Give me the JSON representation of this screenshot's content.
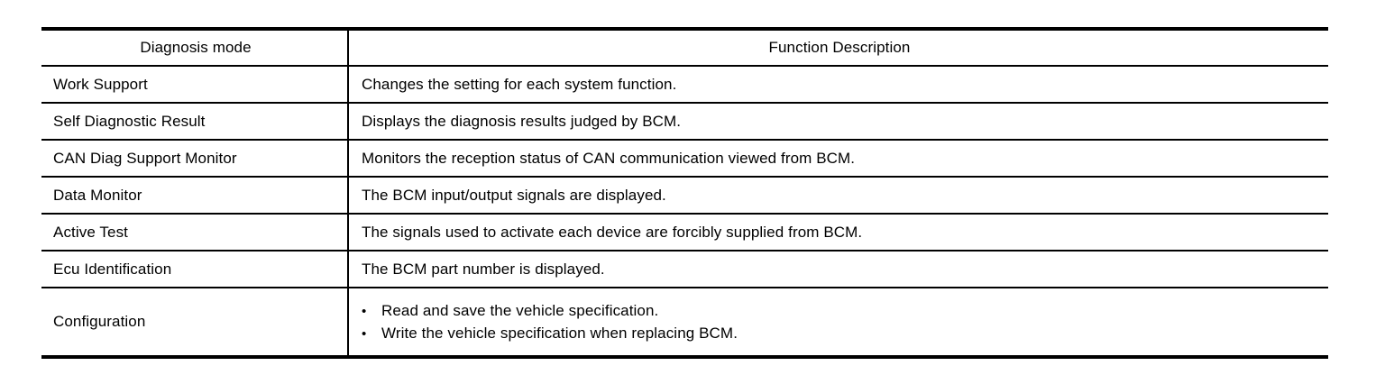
{
  "table": {
    "columns": [
      "Diagnosis mode",
      "Function Description"
    ],
    "bullet_char": "•",
    "rows": [
      {
        "mode": "Work Support",
        "description": "Changes the setting for each system function."
      },
      {
        "mode": "Self Diagnostic Result",
        "description": "Displays the diagnosis results judged by BCM."
      },
      {
        "mode": "CAN Diag Support Monitor",
        "description": "Monitors the reception status of CAN communication viewed from BCM."
      },
      {
        "mode": "Data Monitor",
        "description": "The BCM input/output signals are displayed."
      },
      {
        "mode": "Active Test",
        "description": "The signals used to activate each device are forcibly supplied from BCM."
      },
      {
        "mode": "Ecu Identification",
        "description": "The BCM part number is displayed."
      },
      {
        "mode": "Configuration",
        "bullets": [
          "Read and save the vehicle specification.",
          "Write the vehicle specification when replacing BCM."
        ]
      }
    ]
  }
}
